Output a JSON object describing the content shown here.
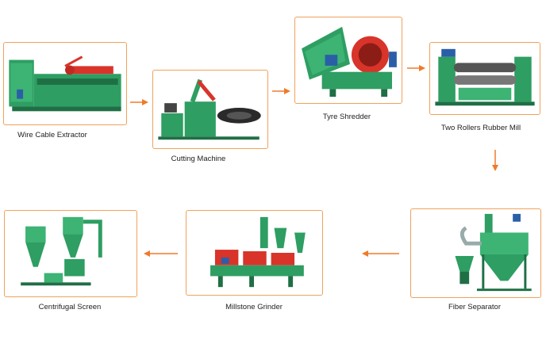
{
  "steps": [
    {
      "id": "wire",
      "label": "Wire Cable Extractor",
      "icon": "wire-cable-extractor-image"
    },
    {
      "id": "cutting",
      "label": "Cutting Machine",
      "icon": "cutting-machine-image"
    },
    {
      "id": "shredder",
      "label": "Tyre Shredder",
      "icon": "tyre-shredder-image"
    },
    {
      "id": "mill",
      "label": "Two Rollers Rubber Mill",
      "icon": "rubber-mill-image"
    },
    {
      "id": "fiber",
      "label": "Fiber Separator",
      "icon": "fiber-separator-image"
    },
    {
      "id": "millstone",
      "label": "Millstone Grinder",
      "icon": "millstone-grinder-image"
    },
    {
      "id": "centrifugal",
      "label": "Centrifugal Screen",
      "icon": "centrifugal-screen-image"
    }
  ],
  "colors": {
    "border": "#f0a25c",
    "arrow": "#f07a2a",
    "machine": "#2e9e62",
    "machine_dark": "#1f6f45",
    "accent_red": "#d8342a",
    "accent_blue": "#2a5fa8"
  }
}
